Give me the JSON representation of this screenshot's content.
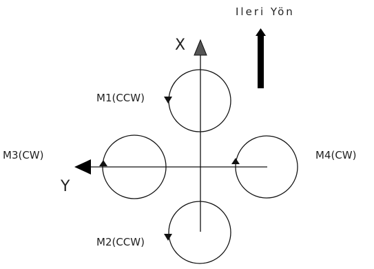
{
  "direction": {
    "label": "Ileri Yön"
  },
  "axes": {
    "x_label": "X",
    "y_label": "Y"
  },
  "motors": [
    {
      "id": "M1",
      "label": "M1(CCW)",
      "rotation": "CCW"
    },
    {
      "id": "M2",
      "label": "M2(CCW)",
      "rotation": "CCW"
    },
    {
      "id": "M3",
      "label": "M3(CW)",
      "rotation": "CW"
    },
    {
      "id": "M4",
      "label": "M4(CW)",
      "rotation": "CW"
    }
  ],
  "colors": {
    "stroke": "#111111",
    "fill": "#ffffff",
    "arrow_x": "#555555"
  }
}
